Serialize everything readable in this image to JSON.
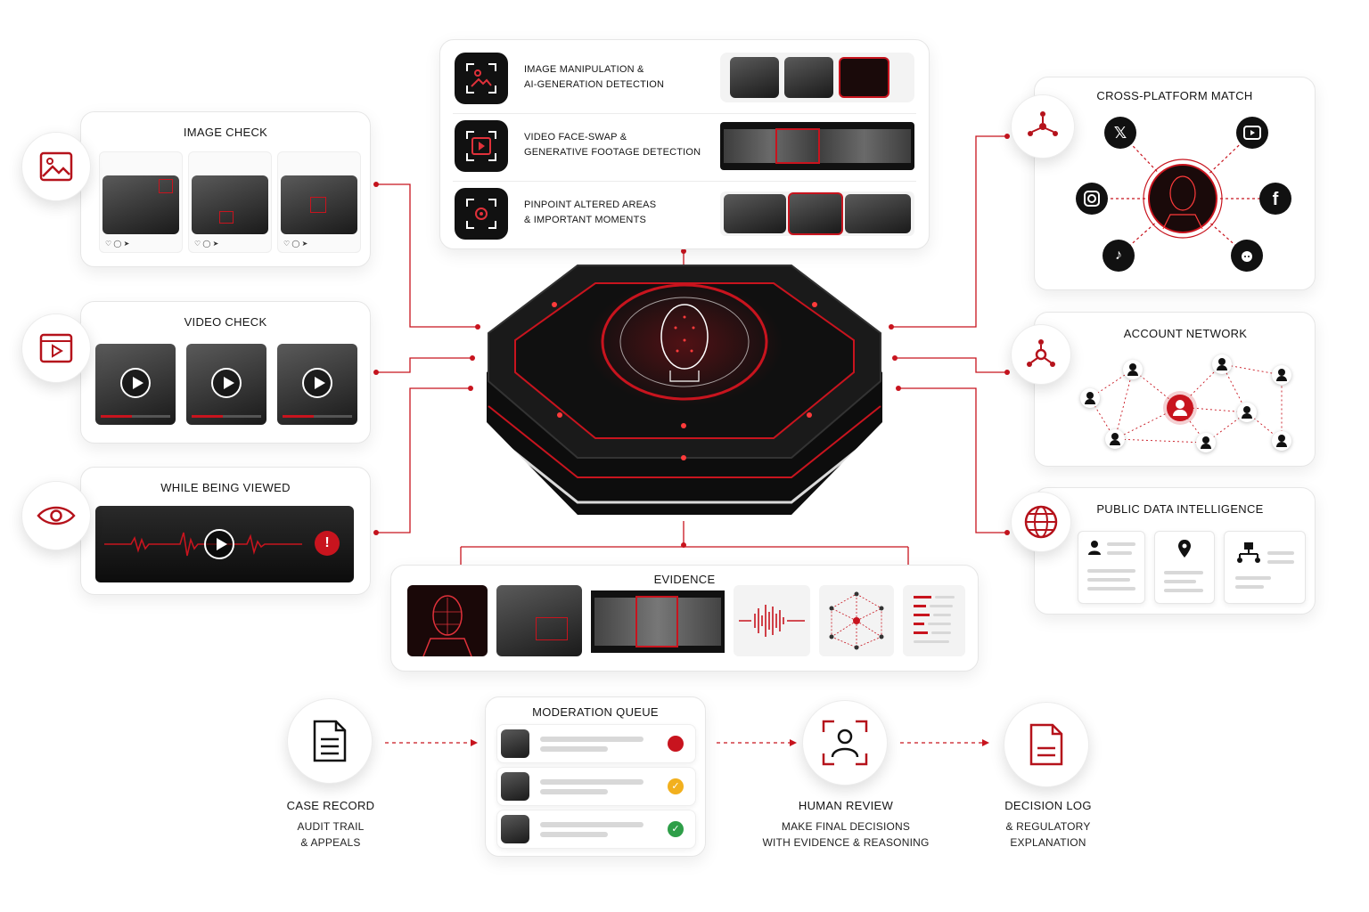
{
  "colors": {
    "accent": "#c8141e",
    "dark": "#111111",
    "light": "#ffffff"
  },
  "image_check": {
    "title": "IMAGE CHECK"
  },
  "video_check": {
    "title": "VIDEO CHECK"
  },
  "while_viewed": {
    "title": "WHILE BEING VIEWED"
  },
  "features": [
    {
      "line1": "IMAGE MANIPULATION &",
      "line2": "AI-GENERATION DETECTION",
      "icon": "image-scan-icon"
    },
    {
      "line1": "VIDEO FACE-SWAP &",
      "line2": "GENERATIVE FOOTAGE DETECTION",
      "icon": "video-scan-icon"
    },
    {
      "line1": "PINPOINT ALTERED AREAS",
      "line2": "& IMPORTANT MOMENTS",
      "icon": "focus-scan-icon"
    }
  ],
  "cross_platform": {
    "title": "CROSS-PLATFORM MATCH",
    "platforms": [
      "x-icon",
      "youtube-icon",
      "instagram-icon",
      "facebook-icon",
      "tiktok-icon",
      "reddit-icon"
    ]
  },
  "account_network": {
    "title": "ACCOUNT NETWORK"
  },
  "public_data": {
    "title": "PUBLIC DATA INTELLIGENCE"
  },
  "evidence": {
    "title": "EVIDENCE"
  },
  "moderation_queue": {
    "title": "MODERATION QUEUE",
    "items": [
      {
        "status": "flagged",
        "color": "#c8141e"
      },
      {
        "status": "pending",
        "color": "#f2b01e"
      },
      {
        "status": "approved",
        "color": "#2e9e48"
      }
    ]
  },
  "case_record": {
    "label": "CASE RECORD",
    "line1": "AUDIT TRAIL",
    "line2": "& APPEALS"
  },
  "human_review": {
    "label": "HUMAN REVIEW",
    "line1": "MAKE FINAL DECISIONS",
    "line2": "WITH EVIDENCE & REASONING"
  },
  "decision_log": {
    "label": "DECISION LOG",
    "line1": "& REGULATORY",
    "line2": "EXPLANATION"
  }
}
